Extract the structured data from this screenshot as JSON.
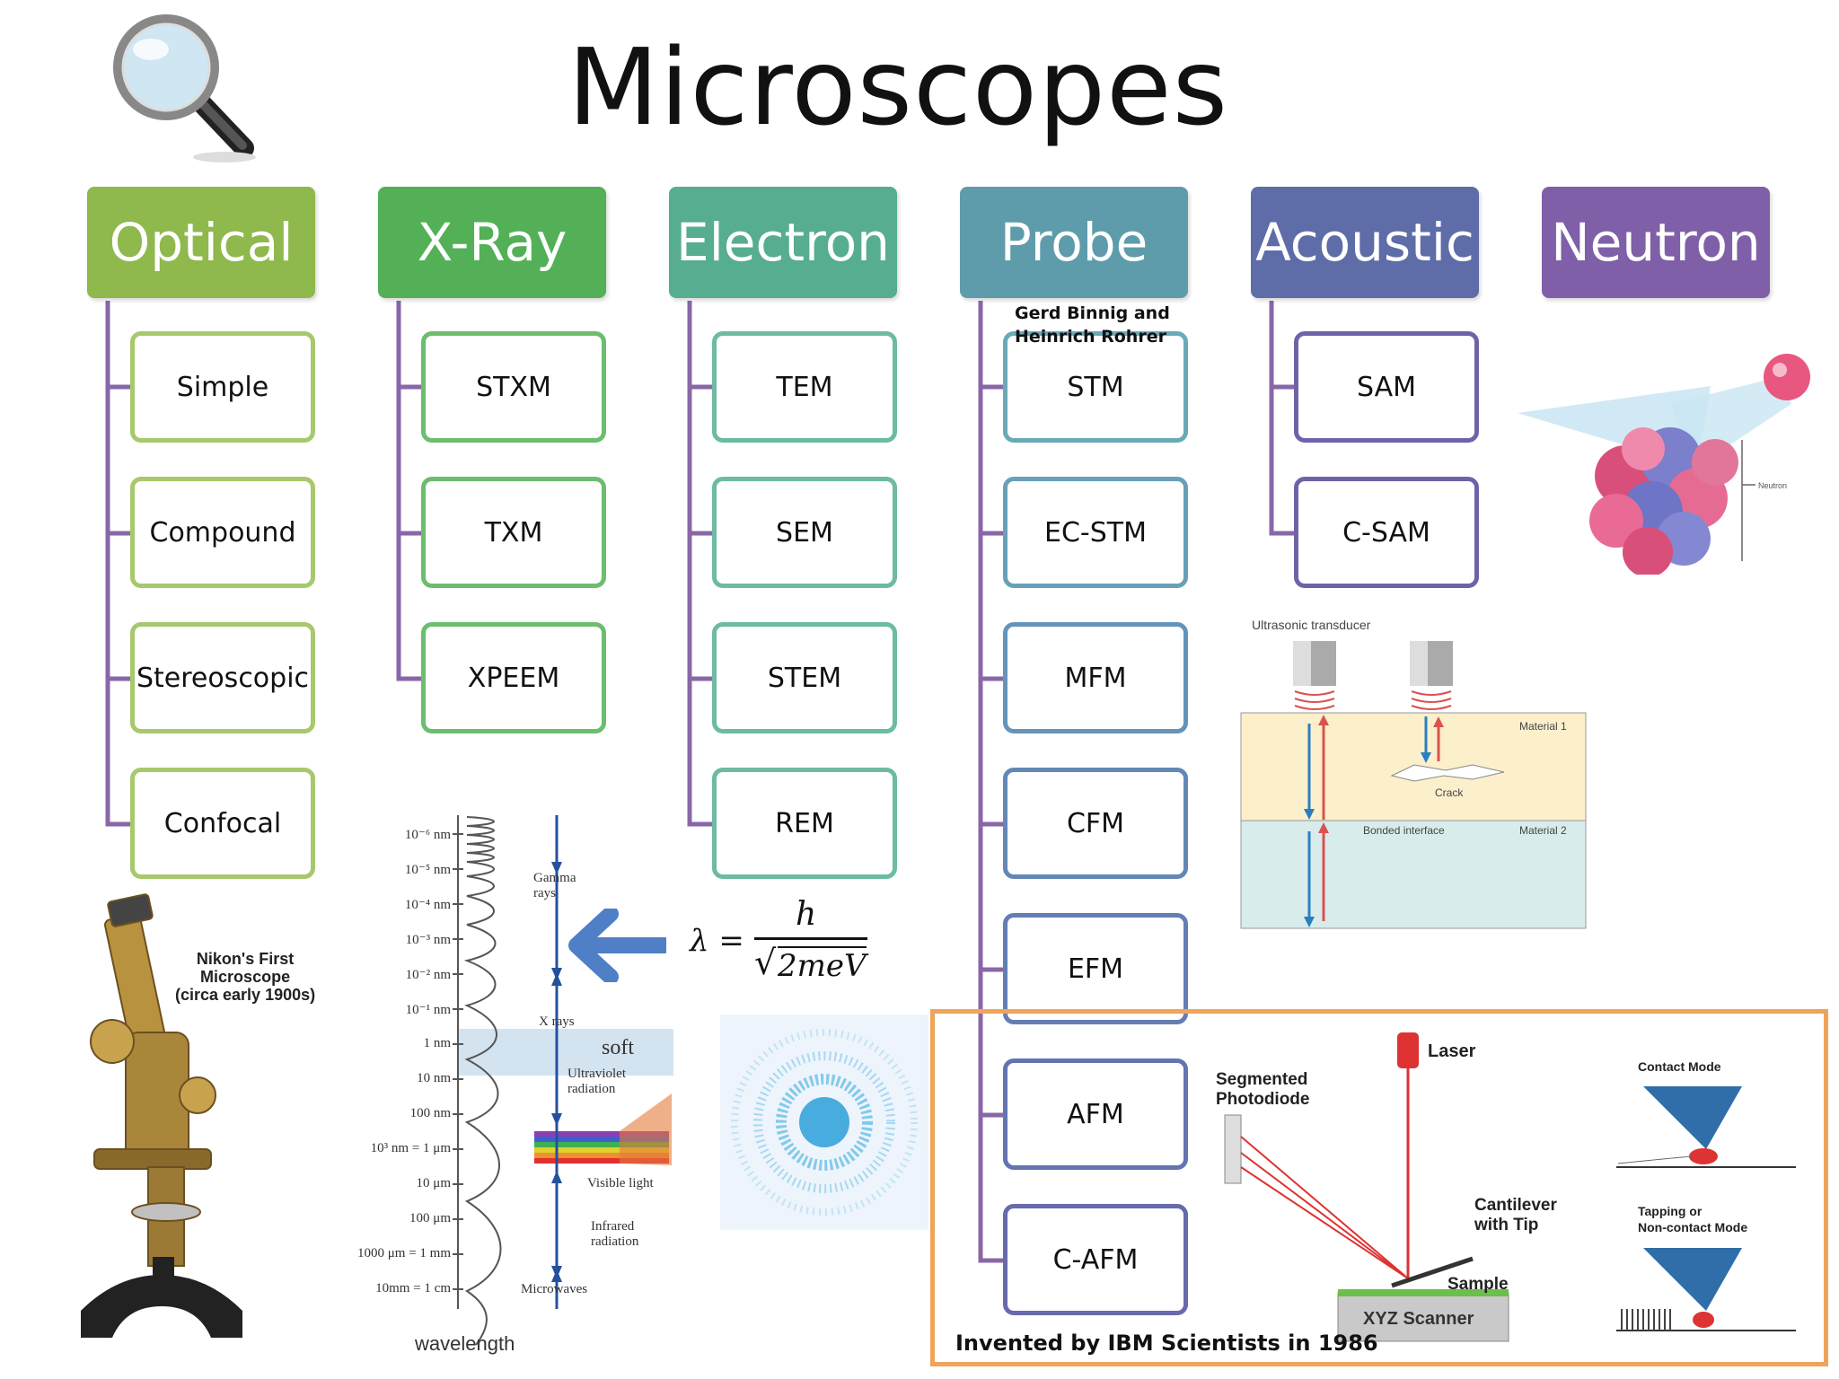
{
  "title": "Microscopes",
  "colors": {
    "optical": "#8fb84d",
    "xray": "#53b056",
    "electron": "#56ad8f",
    "probe": "#5e9cab",
    "acoustic": "#5e6ca8",
    "neutron": "#7f5fa8",
    "tree_line": "#8867a8",
    "afm_box": "#f0a35a"
  },
  "categories": [
    {
      "label": "Optical",
      "items": [
        "Simple",
        "Compound",
        "Stereoscopic",
        "Confocal"
      ]
    },
    {
      "label": "X-Ray",
      "items": [
        "STXM",
        "TXM",
        "XPEEM"
      ]
    },
    {
      "label": "Electron",
      "items": [
        "TEM",
        "SEM",
        "STEM",
        "REM"
      ]
    },
    {
      "label": "Probe",
      "items": [
        "STM",
        "EC-STM",
        "MFM",
        "CFM",
        "EFM",
        "AFM",
        "C-AFM"
      ]
    },
    {
      "label": "Acoustic",
      "items": [
        "SAM",
        "C-SAM"
      ]
    },
    {
      "label": "Neutron",
      "items": []
    }
  ],
  "notes": {
    "stm_inventors_line1": "Gerd Binnig and",
    "stm_inventors_line2": "Heinrich Rohrer",
    "nikon_line1": "Nikon's First",
    "nikon_line2": "Microscope",
    "nikon_line3": "(circa early 1900s)",
    "ibm": "Invented by IBM Scientists in 1986"
  },
  "spectrum": {
    "ticks": [
      "10⁻⁶ nm",
      "10⁻⁵ nm",
      "10⁻⁴ nm",
      "10⁻³ nm",
      "10⁻² nm",
      "10⁻¹ nm",
      "1 nm",
      "10 nm",
      "100 nm",
      "10³ nm = 1 μm",
      "10 μm",
      "100 μm",
      "1000 μm = 1 mm",
      "10mm = 1 cm"
    ],
    "bands": [
      "Gamma rays",
      "X rays",
      "Ultraviolet radiation",
      "Visible light",
      "Infrared radiation",
      "Microwaves"
    ],
    "soft": "soft",
    "axis": "wavelength"
  },
  "equation": {
    "lhs": "λ =",
    "num": "h",
    "den": "2meV"
  },
  "acoustic_diagram": {
    "transducer": "Ultrasonic transducer",
    "material1": "Material 1",
    "material2": "Material 2",
    "crack": "Crack",
    "interface": "Bonded interface"
  },
  "neutron_label": "Neutron",
  "afm_diagram": {
    "laser": "Laser",
    "photodiode_line1": "Segmented",
    "photodiode_line2": "Photodiode",
    "cantilever_line1": "Cantilever",
    "cantilever_line2": "with Tip",
    "sample": "Sample",
    "scanner": "XYZ Scanner",
    "contact": "Contact Mode",
    "tapping_line1": "Tapping or",
    "tapping_line2": "Non-contact Mode"
  }
}
